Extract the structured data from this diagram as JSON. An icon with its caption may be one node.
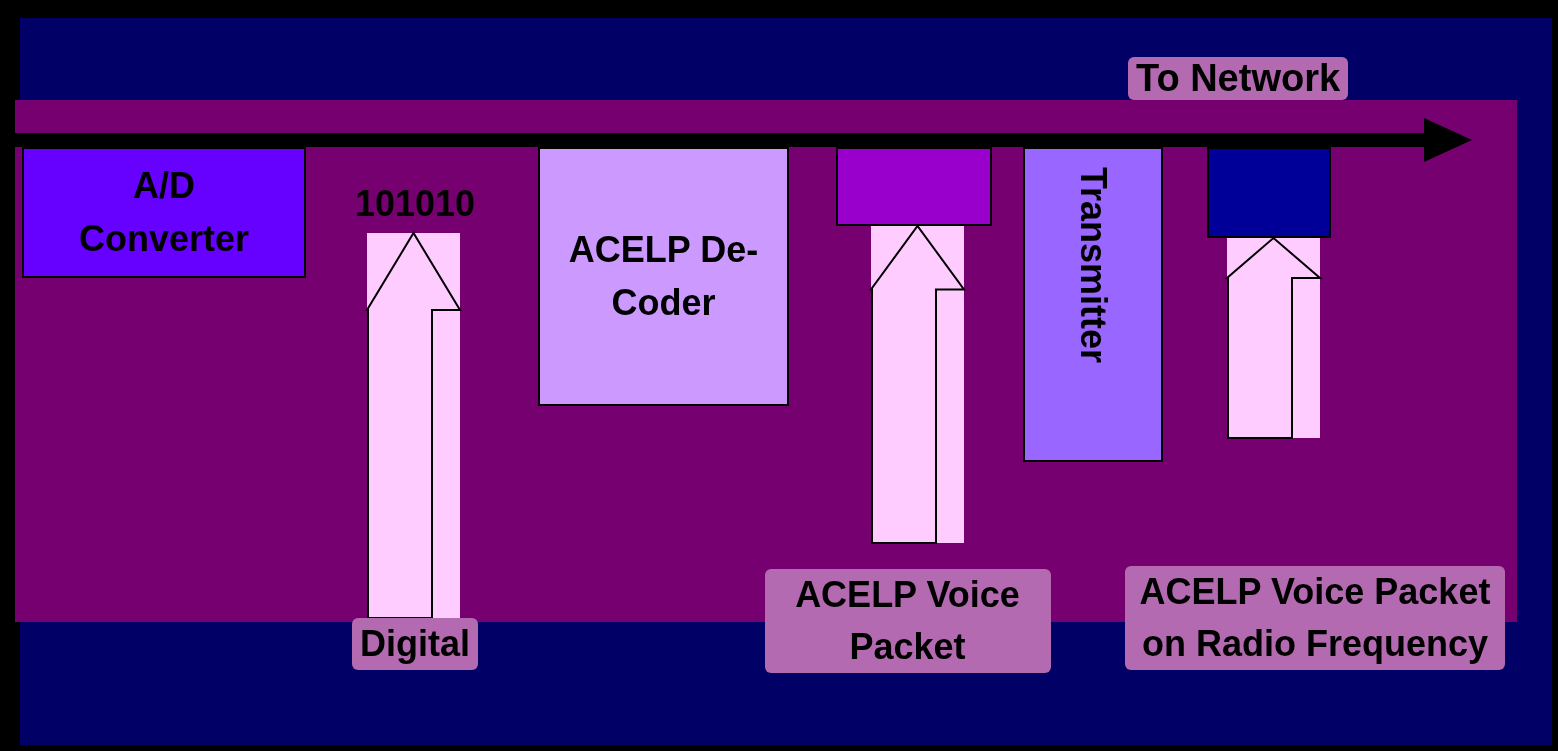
{
  "diagram": {
    "nodes": [
      {
        "text": [
          "A/D Converter"
        ]
      },
      {
        "text": [
          "101010"
        ]
      },
      {
        "text": [
          "ACELP De-Coder"
        ]
      },
      {
        "text": [],
        "shape": "box"
      },
      {
        "text": [
          "Transmitter"
        ]
      },
      {
        "text": [],
        "shape": "box"
      },
      {
        "text": [
          "Digital"
        ]
      },
      {
        "text": [
          "ACELP Voice Packet"
        ]
      },
      {
        "text": [
          "ACELP Voice Packet on Radio Frequency"
        ]
      }
    ],
    "edges": [
      {
        "from": 6,
        "to": 1,
        "arrow": "to"
      },
      {
        "from": 7,
        "to": 3,
        "arrow": "to"
      },
      {
        "from": 8,
        "to": 5,
        "arrow": "to"
      }
    ],
    "labels": [
      "To Network"
    ]
  }
}
